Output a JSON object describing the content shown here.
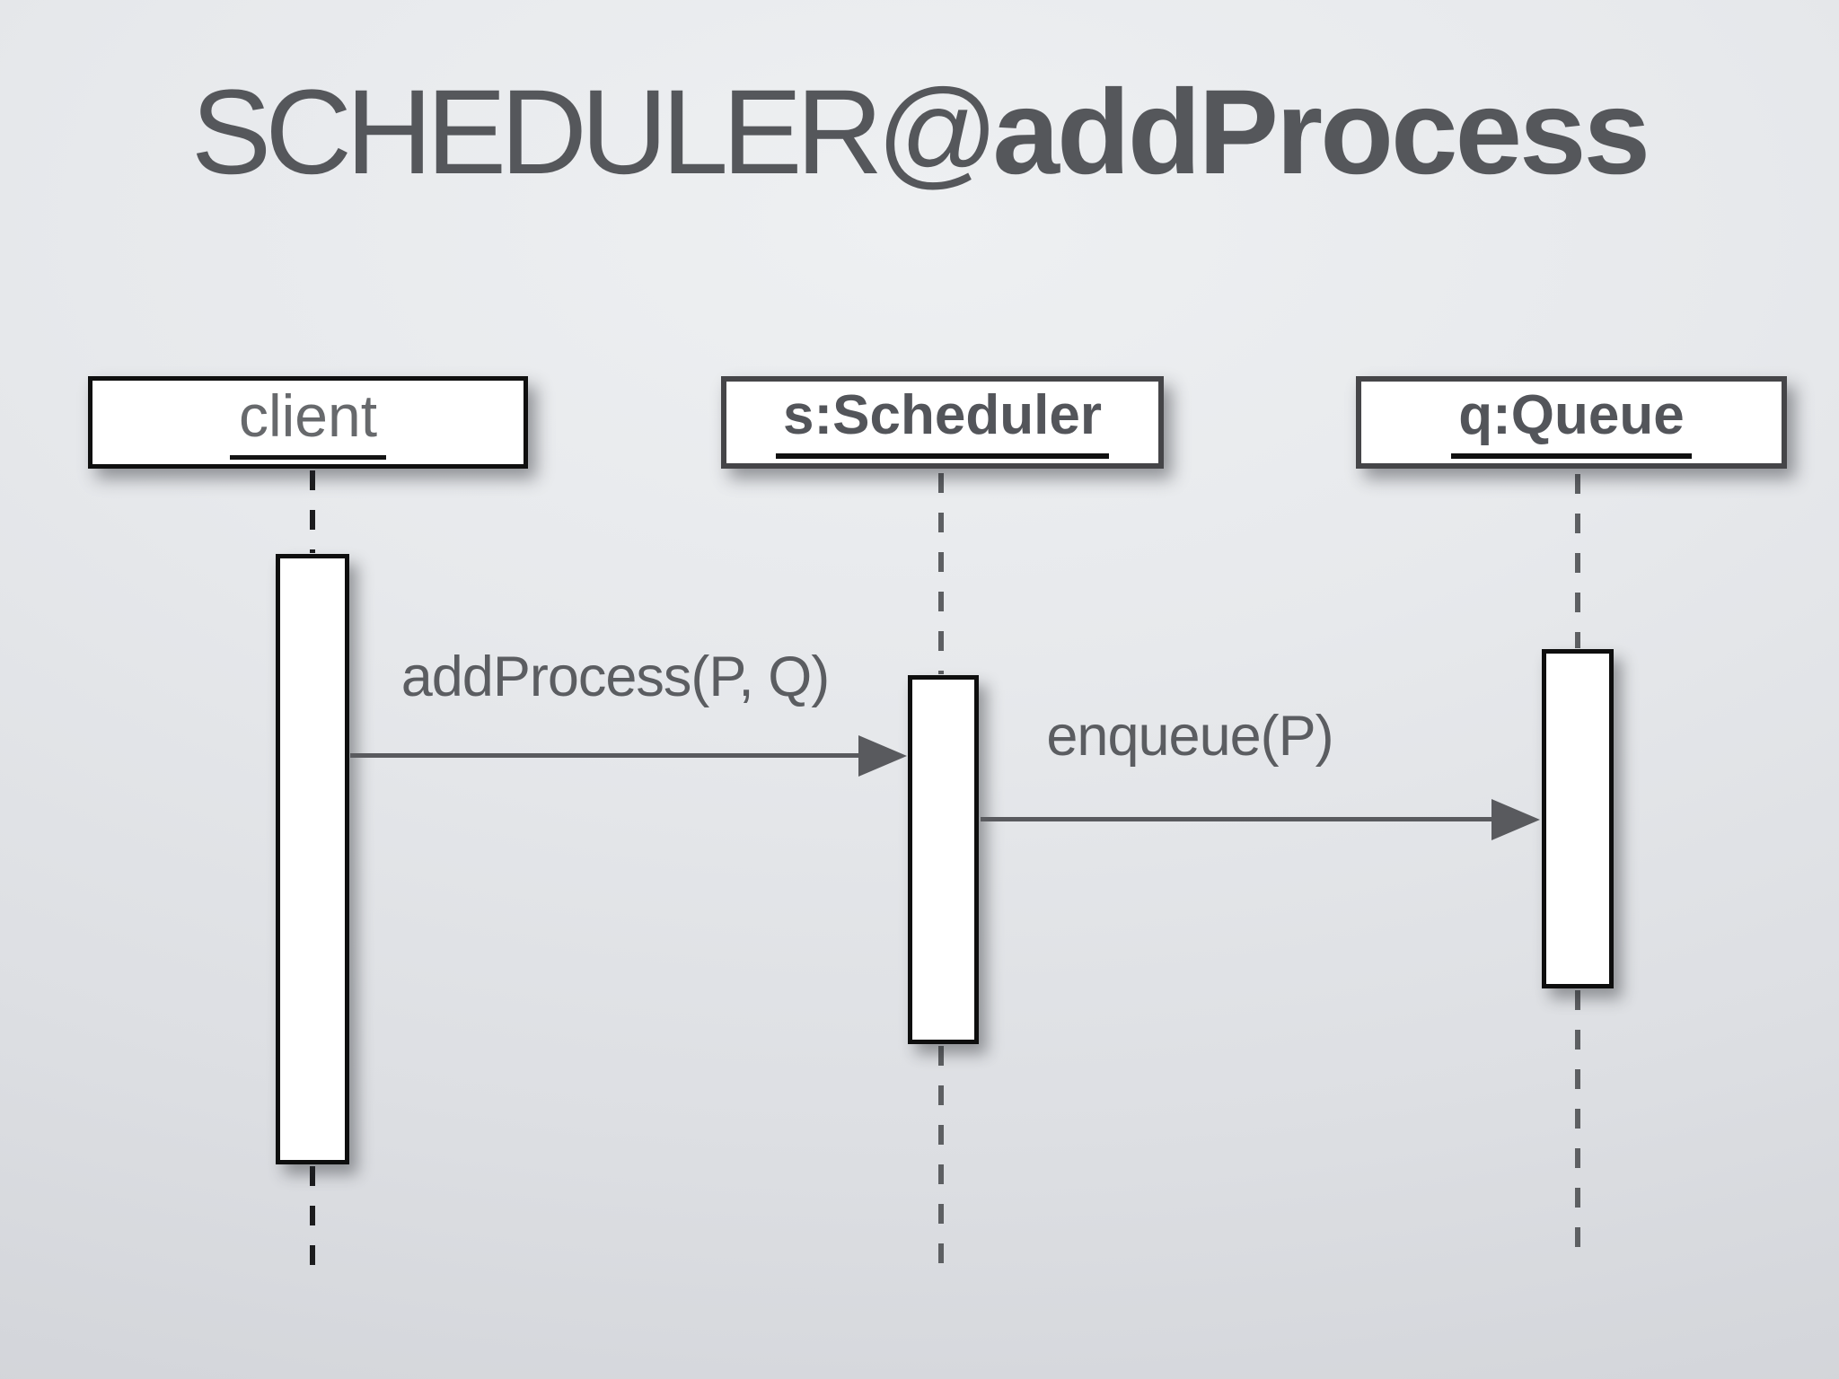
{
  "slide": {
    "title": {
      "prefix": "SCHEDULER@",
      "emphasis": "addProcess"
    }
  },
  "diagram": {
    "type": "uml-sequence",
    "actors": [
      {
        "id": "client",
        "label": "client",
        "label_style": "light-underlined"
      },
      {
        "id": "scheduler",
        "label": "s:Scheduler",
        "label_style": "bold-underlined"
      },
      {
        "id": "queue",
        "label": "q:Queue",
        "label_style": "bold-underlined"
      }
    ],
    "messages": [
      {
        "from": "client",
        "to": "scheduler",
        "label": "addProcess(P, Q)"
      },
      {
        "from": "scheduler",
        "to": "queue",
        "label": "enqueue(P)"
      }
    ]
  },
  "colors": {
    "background_center": "#eef0f2",
    "background_edge": "#d2d4d9",
    "title_text": "#55575b",
    "light_label_text": "#67696c",
    "bold_label_text": "#53555a",
    "underline": "#101010",
    "message_text": "#5b5d61",
    "arrow": "#595a5e",
    "box_border_black": "#0f0f0f",
    "box_border_gray": "#454548",
    "lifeline_dark": "#1c1c1e",
    "lifeline_gray": "#5d5f62",
    "box_fill": "#ffffff"
  }
}
